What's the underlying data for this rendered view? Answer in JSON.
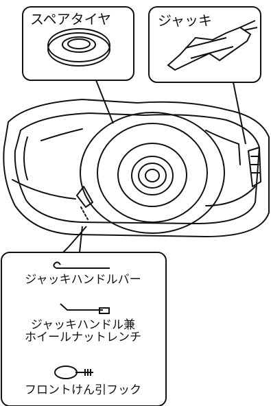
{
  "callouts": {
    "spare_tire": {
      "label": "スペアタイヤ"
    },
    "jack": {
      "label": "ジャッキ"
    }
  },
  "tools": [
    {
      "label": "ジャッキハンドルバー",
      "icon": "handle-bar-icon"
    },
    {
      "label": "ジャッキハンドル兼\nホイールナットレンチ",
      "icon": "lug-wrench-icon"
    },
    {
      "label": "フロントけん引フック",
      "icon": "tow-hook-icon"
    }
  ],
  "colors": {
    "line": "#111111",
    "background": "#ffffff"
  }
}
